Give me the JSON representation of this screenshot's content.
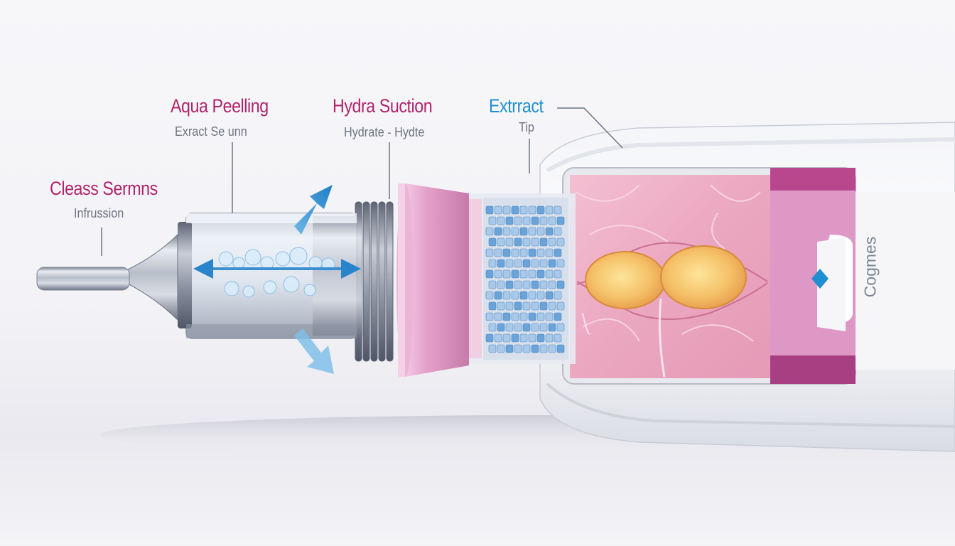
{
  "labels": {
    "aqua_peeling": {
      "title": "Aqua Peelling",
      "sub": "Exract Se unn"
    },
    "hydra_suction": {
      "title": "Hydra Suction",
      "sub": "Hydrate - Hydte"
    },
    "extract": {
      "title": "Extrract",
      "sub": "Tip"
    },
    "cleanse": {
      "title": "Cleass Sermns",
      "sub": "Infrussion"
    }
  },
  "brand": "Cogmes",
  "colors": {
    "magenta": "#b0246a",
    "blue": "#1e8fd0",
    "pink": "#e9a3cc",
    "skin": "#efb3c8",
    "steel": "#a9b0bd",
    "body_white": "#fbfbfd"
  },
  "icons": [
    "flow-arrow-up-right-icon",
    "flow-arrow-down-right-icon",
    "double-flow-arrow-icon",
    "diamond-marker-icon"
  ]
}
